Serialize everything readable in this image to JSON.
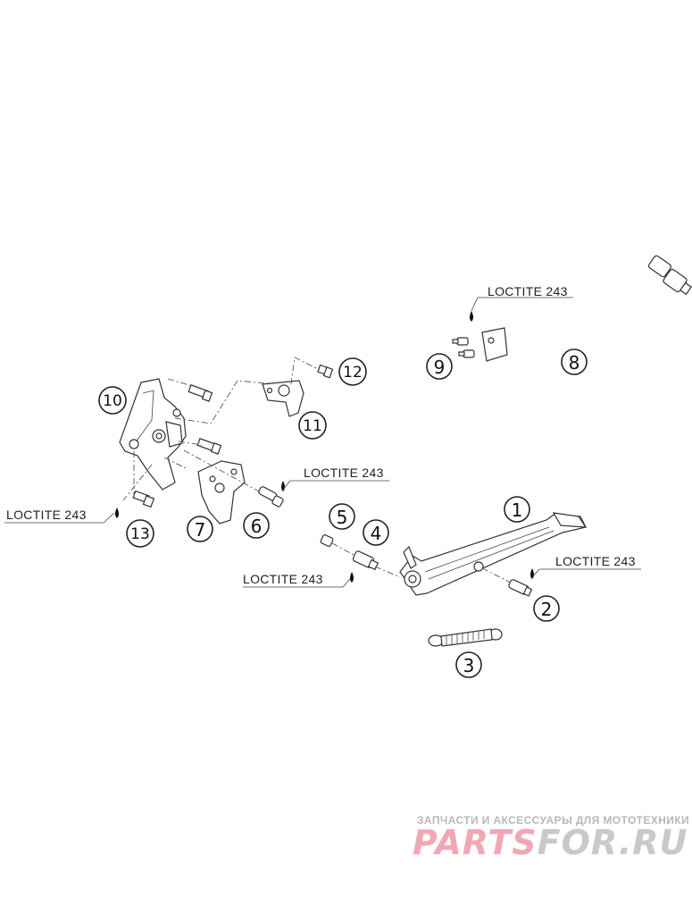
{
  "callouts": {
    "c1": "1",
    "c2": "2",
    "c3": "3",
    "c4": "4",
    "c5": "5",
    "c6": "6",
    "c7": "7",
    "c8": "8",
    "c9": "9",
    "c10": "10",
    "c11": "11",
    "c12": "12",
    "c13": "13"
  },
  "labels": {
    "loctite_9": "LOCTITE 243",
    "loctite_6": "LOCTITE 243",
    "loctite_13": "LOCTITE 243",
    "loctite_4": "LOCTITE 243",
    "loctite_2": "LOCTITE 243"
  },
  "watermark": {
    "tagline": "ЗАПЧАСТИ И АКСЕССУАРЫ ДЛЯ МОТОТЕХНИКИ",
    "logo_part1": "PARTS",
    "logo_part2": "FOR.RU"
  }
}
